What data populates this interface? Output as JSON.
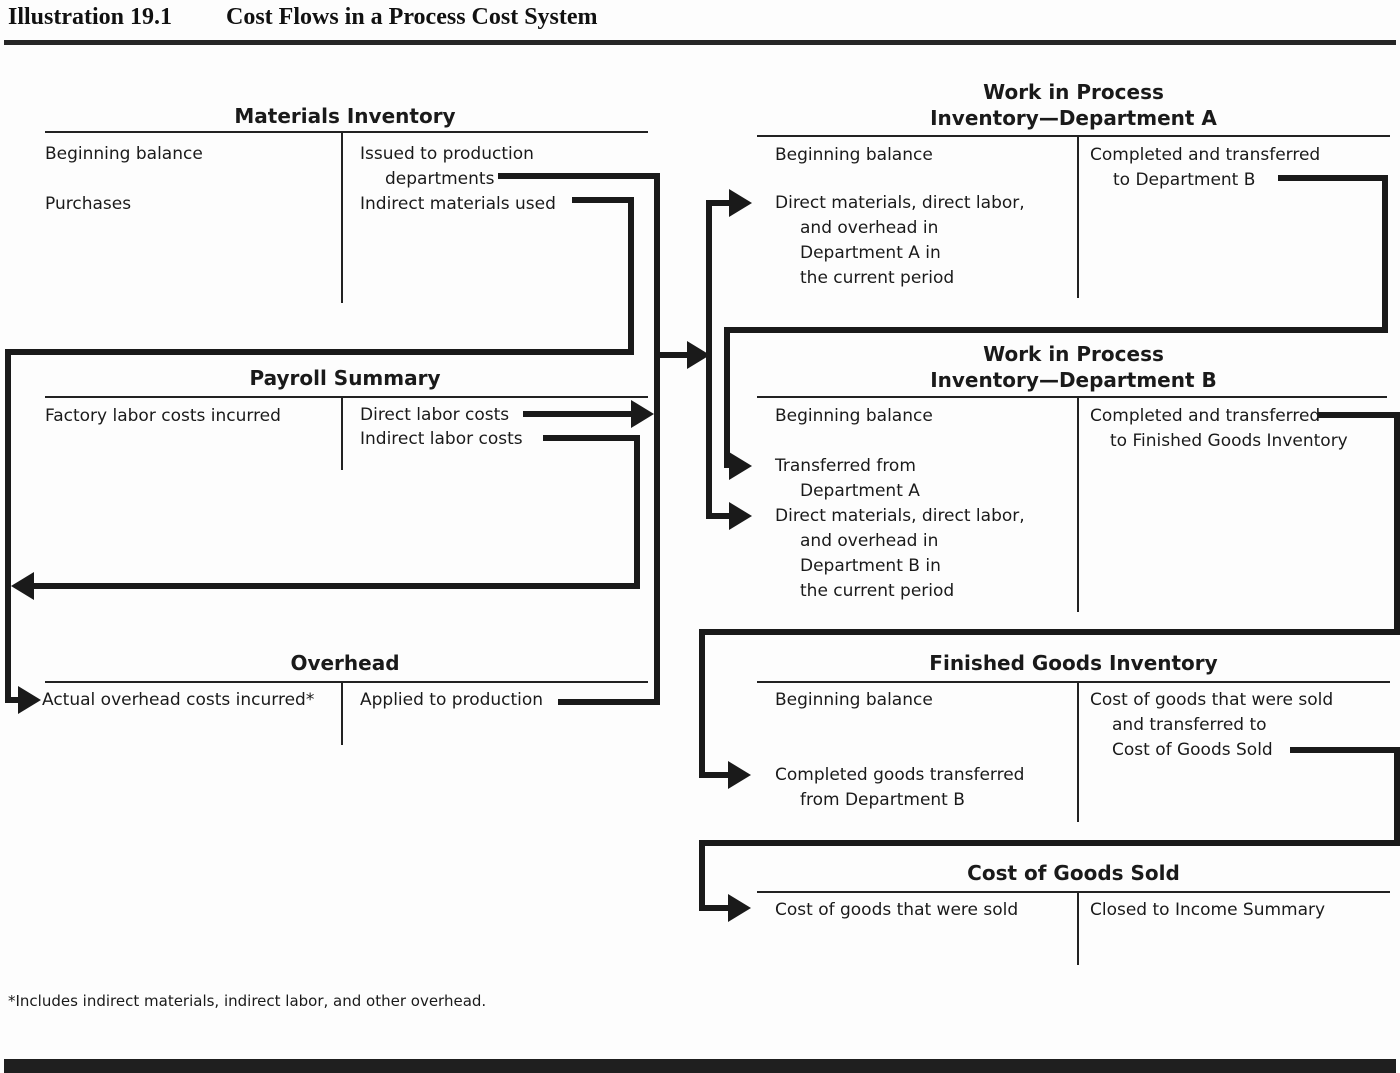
{
  "heading": {
    "label": "Illustration 19.1",
    "title": "Cost Flows in a Process Cost System"
  },
  "footnote": "*Includes indirect materials, indirect labor, and other overhead.",
  "colors": {
    "ink": "#1a1a1a",
    "paper": "#fdfdfd"
  },
  "accounts": {
    "materials": {
      "title": "Materials Inventory",
      "debit_1": "Beginning balance",
      "debit_2": "Purchases",
      "credit_1a": "Issued to production",
      "credit_1b": "departments",
      "credit_2": "Indirect materials used"
    },
    "payroll": {
      "title": "Payroll Summary",
      "debit_1": "Factory labor costs incurred",
      "credit_1": "Direct labor costs",
      "credit_2": "Indirect labor costs"
    },
    "overhead": {
      "title": "Overhead",
      "debit_1": "Actual overhead costs incurred*",
      "credit_1": "Applied to production"
    },
    "wip_a": {
      "title_1": "Work in Process",
      "title_2": "Inventory—Department A",
      "debit_1": "Beginning balance",
      "debit_2a": "Direct materials, direct labor,",
      "debit_2b": "and overhead in",
      "debit_2c": "Department A in",
      "debit_2d": "the current period",
      "credit_1a": "Completed and transferred",
      "credit_1b": "to Department B"
    },
    "wip_b": {
      "title_1": "Work in Process",
      "title_2": "Inventory—Department B",
      "debit_1": "Beginning balance",
      "debit_2a": "Transferred from",
      "debit_2b": "Department A",
      "debit_3a": "Direct materials, direct labor,",
      "debit_3b": "and overhead in",
      "debit_3c": "Department B in",
      "debit_3d": "the current period",
      "credit_1a": "Completed and transferred",
      "credit_1b": "to Finished Goods Inventory"
    },
    "finished_goods": {
      "title": "Finished Goods Inventory",
      "debit_1": "Beginning balance",
      "debit_2a": "Completed goods transferred",
      "debit_2b": "from Department B",
      "credit_1a": "Cost of goods that were sold",
      "credit_1b": "and transferred to",
      "credit_1c": "Cost of Goods Sold"
    },
    "cogs": {
      "title": "Cost of Goods Sold",
      "debit_1": "Cost of goods that were sold",
      "credit_1": "Closed to Income Summary"
    }
  }
}
